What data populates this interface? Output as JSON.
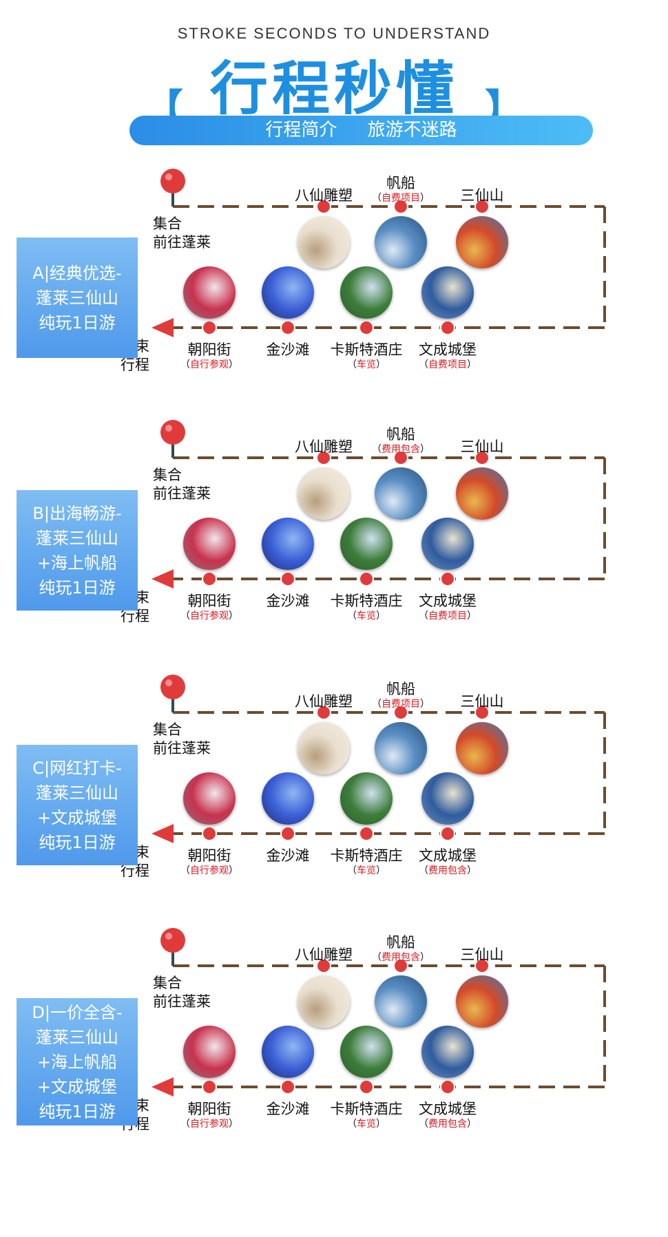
{
  "header": {
    "subtitle_en": "STROKE SECONDS TO UNDERSTAND",
    "title": "行程秒懂",
    "bracket_left": "【",
    "bracket_right": "】",
    "pill_left": "行程简介",
    "pill_right": "旅游不迷路"
  },
  "common": {
    "start_line1": "集合",
    "start_line2": "前往蓬莱",
    "end_line1": "结束",
    "end_line2": "行程",
    "paren_open": "（",
    "paren_close": "）"
  },
  "colors": {
    "accent": "#1e8fe0",
    "line": "#6b4b2f",
    "dot": "#e03b3b",
    "note_red": "#e0151b"
  },
  "sections": [
    {
      "label_lines": [
        "A|经典优选-",
        "蓬莱三仙山",
        "纯玩1日游"
      ],
      "top_stops": [
        {
          "name": "八仙雕塑",
          "note": ""
        },
        {
          "name": "帆船",
          "note": "自费项目"
        },
        {
          "name": "三仙山",
          "note": ""
        }
      ],
      "bottom_stops": [
        {
          "name": "朝阳街",
          "note": "自行参观"
        },
        {
          "name": "金沙滩",
          "note": ""
        },
        {
          "name": "卡斯特酒庄",
          "note": "车览"
        },
        {
          "name": "文成城堡",
          "note": "自费项目"
        }
      ]
    },
    {
      "label_lines": [
        "B|出海畅游-",
        "蓬莱三仙山",
        "+海上帆船",
        "纯玩1日游"
      ],
      "top_stops": [
        {
          "name": "八仙雕塑",
          "note": ""
        },
        {
          "name": "帆船",
          "note": "费用包含"
        },
        {
          "name": "三仙山",
          "note": ""
        }
      ],
      "bottom_stops": [
        {
          "name": "朝阳街",
          "note": "自行参观"
        },
        {
          "name": "金沙滩",
          "note": ""
        },
        {
          "name": "卡斯特酒庄",
          "note": "车览"
        },
        {
          "name": "文成城堡",
          "note": "自费项目"
        }
      ]
    },
    {
      "label_lines": [
        "C|网红打卡-",
        "蓬莱三仙山",
        "+文成城堡",
        "纯玩1日游"
      ],
      "top_stops": [
        {
          "name": "八仙雕塑",
          "note": ""
        },
        {
          "name": "帆船",
          "note": "自费项目"
        },
        {
          "name": "三仙山",
          "note": ""
        }
      ],
      "bottom_stops": [
        {
          "name": "朝阳街",
          "note": "自行参观"
        },
        {
          "name": "金沙滩",
          "note": ""
        },
        {
          "name": "卡斯特酒庄",
          "note": "车览"
        },
        {
          "name": "文成城堡",
          "note": "费用包含"
        }
      ]
    },
    {
      "label_lines": [
        "D|一价全含-",
        "蓬莱三仙山",
        "+海上帆船",
        "+文成城堡",
        "纯玩1日游"
      ],
      "top_stops": [
        {
          "name": "八仙雕塑",
          "note": ""
        },
        {
          "name": "帆船",
          "note": "费用包含"
        },
        {
          "name": "三仙山",
          "note": ""
        }
      ],
      "bottom_stops": [
        {
          "name": "朝阳街",
          "note": "自行参观"
        },
        {
          "name": "金沙滩",
          "note": ""
        },
        {
          "name": "卡斯特酒庄",
          "note": "车览"
        },
        {
          "name": "文成城堡",
          "note": "费用包含"
        }
      ]
    }
  ]
}
